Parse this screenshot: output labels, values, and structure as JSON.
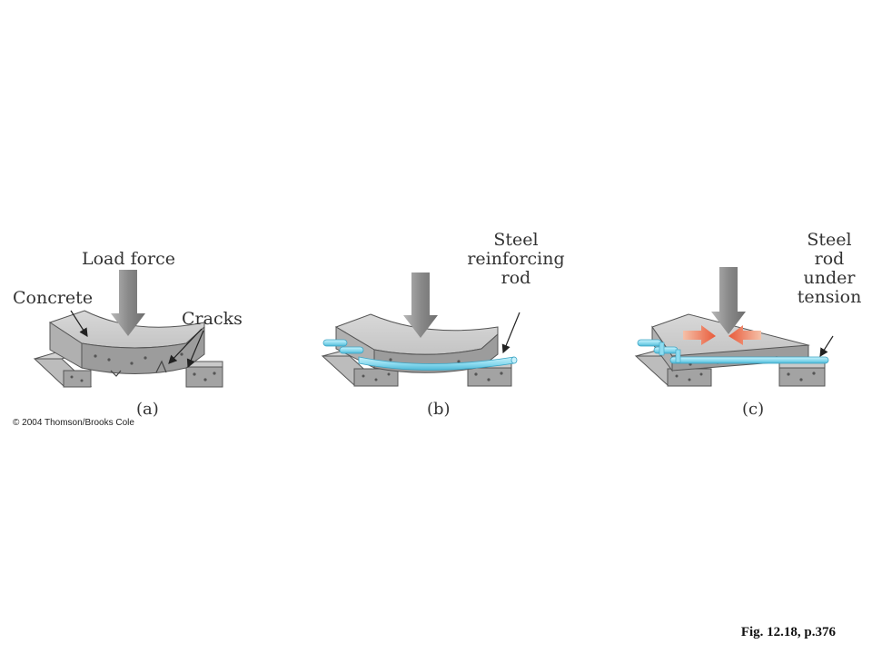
{
  "panel_a": {
    "load_label": "Load force",
    "concrete_label": "Concrete",
    "cracks_label": "Cracks",
    "caption": "(a)"
  },
  "panel_b": {
    "rod_label_1": "Steel",
    "rod_label_2": "reinforcing",
    "rod_label_3": "rod",
    "caption": "(b)"
  },
  "panel_c": {
    "rod_label_1": "Steel",
    "rod_label_2": "rod",
    "rod_label_3": "under",
    "rod_label_4": "tension",
    "caption": "(c)"
  },
  "copyright": "© 2004 Thomson/Brooks Cole",
  "figure_ref": "Fig. 12.18, p.376",
  "colors": {
    "concrete_top": "#cfcfcf",
    "concrete_side": "#9c9c9c",
    "arrow": "#8a8a8a",
    "steel_rod": "#8fdcf0",
    "compression_arrow": "#e85a3a"
  }
}
